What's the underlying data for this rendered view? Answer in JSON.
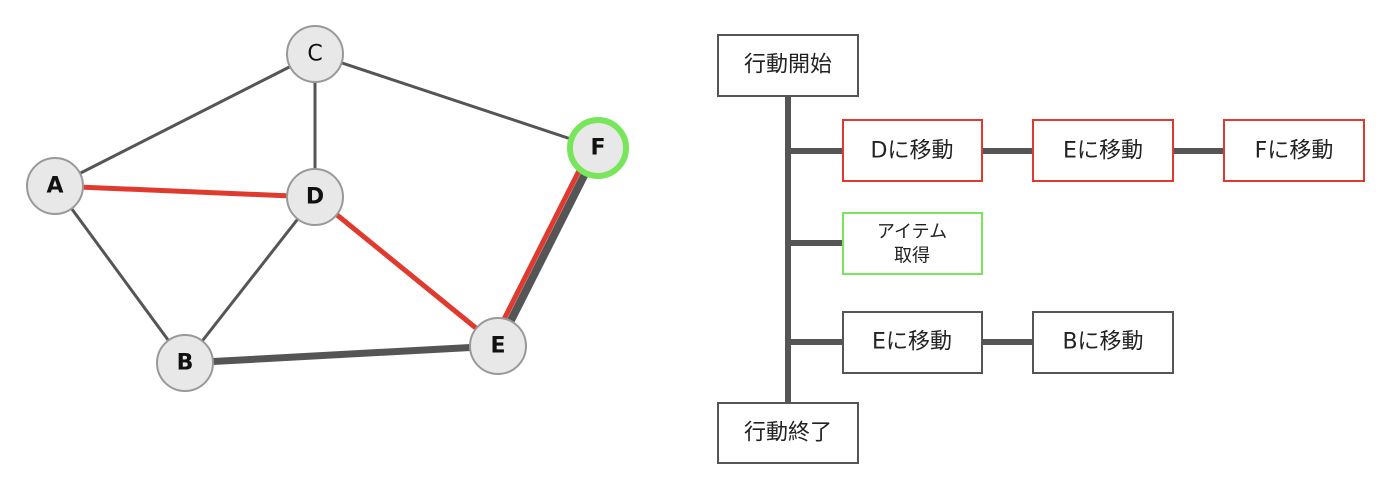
{
  "graph": {
    "nodes": {
      "A": "A",
      "B": "B",
      "C": "C",
      "D": "D",
      "E": "E",
      "F": "F"
    }
  },
  "tree": {
    "start": "行動開始",
    "end": "行動終了",
    "row1": [
      "Dに移動",
      "Eに移動",
      "Fに移動"
    ],
    "row2_line1": "アイテム",
    "row2_line2": "取得",
    "row3": [
      "Eに移動",
      "Bに移動"
    ]
  },
  "colors": {
    "edge": "#555555",
    "path": "#e03a2e",
    "node_fill": "#e8e8e8",
    "node_stroke": "#999999",
    "goal_stroke": "#77e65a",
    "item_box": "#77e65a"
  }
}
